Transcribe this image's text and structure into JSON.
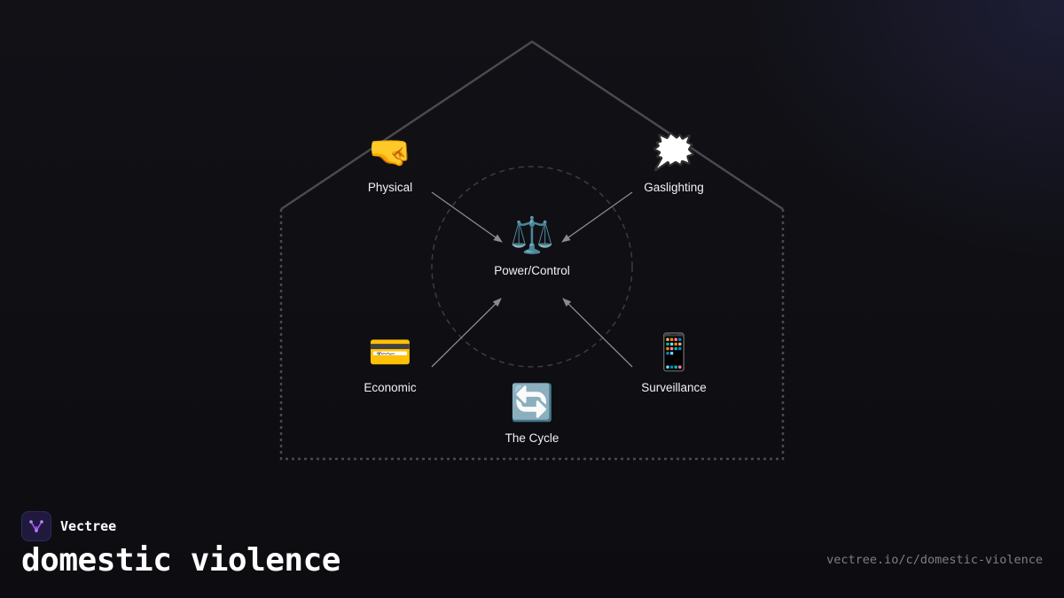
{
  "brand": {
    "name": "Vectree",
    "logo_icon": "vectree-logo-icon"
  },
  "title": "domestic violence",
  "url": "vectree.io/c/domestic-violence",
  "diagram": {
    "center": {
      "label": "Power/Control",
      "icon": "⚖️"
    },
    "nodes": [
      {
        "id": "physical",
        "label": "Physical",
        "icon": "🤜"
      },
      {
        "id": "gaslighting",
        "label": "Gaslighting",
        "icon": "🗯️"
      },
      {
        "id": "economic",
        "label": "Economic",
        "icon": "💳"
      },
      {
        "id": "surveillance",
        "label": "Surveillance",
        "icon": "📱"
      },
      {
        "id": "cycle",
        "label": "The Cycle",
        "icon": "🔄"
      }
    ]
  },
  "colors": {
    "background": "#0f0f13",
    "house_outline": "#4a4a4e",
    "arrow": "#8a8a8f",
    "url_text": "#7d7d86",
    "logo_bg": "#1f1a3d",
    "logo_accent": "#a855f7"
  }
}
